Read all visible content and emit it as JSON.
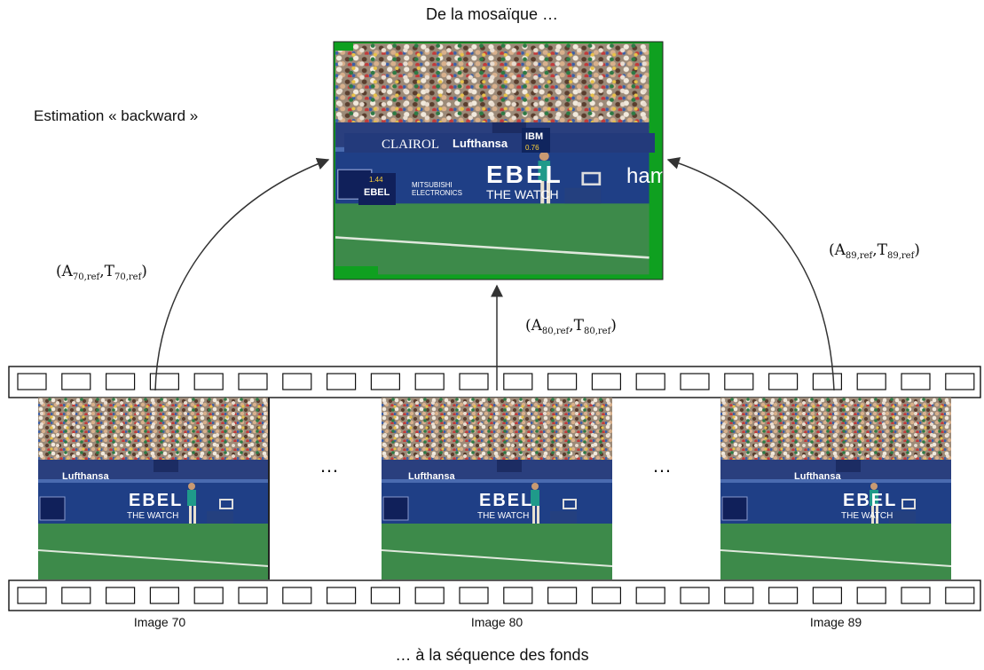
{
  "texts": {
    "top_title": "De la mosaïque …",
    "bottom_title": "… à la séquence des fonds",
    "estimation_label": "Estimation « backward »",
    "ellipsis_left": "…",
    "ellipsis_right": "…"
  },
  "frames": [
    {
      "label": "Image 70"
    },
    {
      "label": "Image 80"
    },
    {
      "label": "Image 89"
    }
  ],
  "params": [
    {
      "A": "A",
      "A_sub": "70,ref",
      "T": "T",
      "T_sub": "70,ref"
    },
    {
      "A": "A",
      "A_sub": "80,ref",
      "T": "T",
      "T_sub": "80,ref"
    },
    {
      "A": "A",
      "A_sub": "89,ref",
      "T": "T",
      "T_sub": "89,ref"
    }
  ],
  "mosaic_banners": {
    "clairol": "CLAIROL",
    "lufthansa": "Lufthansa",
    "ibm": "IBM",
    "ebel": "EBEL",
    "the_watch": "THE WATCH",
    "mitsubishi": "MITSUBISHI",
    "electronics": "ELECTRONICS",
    "ham": "ham",
    "board_top": "1.44",
    "board_mid": "EBEL",
    "speed": "0.76"
  },
  "colors": {
    "arrow": "#333333",
    "court": "#3d8a4a",
    "wall": "#1f3f86",
    "crowd_base": "#8b7a6a",
    "mosaic_gap": "#0fa020"
  }
}
